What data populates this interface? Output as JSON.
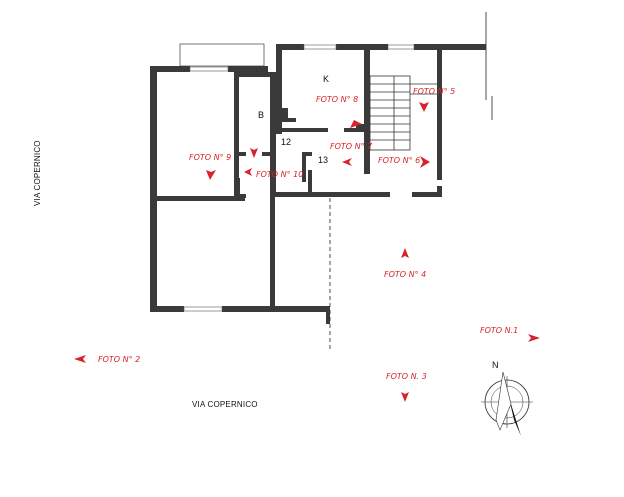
{
  "streets": {
    "north_vertical": "VIA COPERNICO",
    "south": "VIA COPERNICO"
  },
  "rooms": {
    "kitchen": "K",
    "bath": "B",
    "h_12": "12",
    "h_13": "13"
  },
  "photos": [
    {
      "id": "foto-1",
      "label": "FOTO N.1"
    },
    {
      "id": "foto-2",
      "label": "FOTO N° 2"
    },
    {
      "id": "foto-3",
      "label": "FOTO N. 3"
    },
    {
      "id": "foto-4",
      "label": "FOTO N° 4"
    },
    {
      "id": "foto-5",
      "label": "FOTO N° 5"
    },
    {
      "id": "foto-6",
      "label": "FOTO N° 6"
    },
    {
      "id": "foto-7",
      "label": "FOTO N° 7"
    },
    {
      "id": "foto-8",
      "label": "FOTO N° 8"
    },
    {
      "id": "foto-9",
      "label": "FOTO N° 9"
    },
    {
      "id": "foto-10",
      "label": "FOTO N° 10"
    }
  ],
  "compass": {
    "label": "N",
    "icon": "north-arrow-icon"
  },
  "colors": {
    "annotation": "#d9232b",
    "wall": "#3a3a3a"
  }
}
